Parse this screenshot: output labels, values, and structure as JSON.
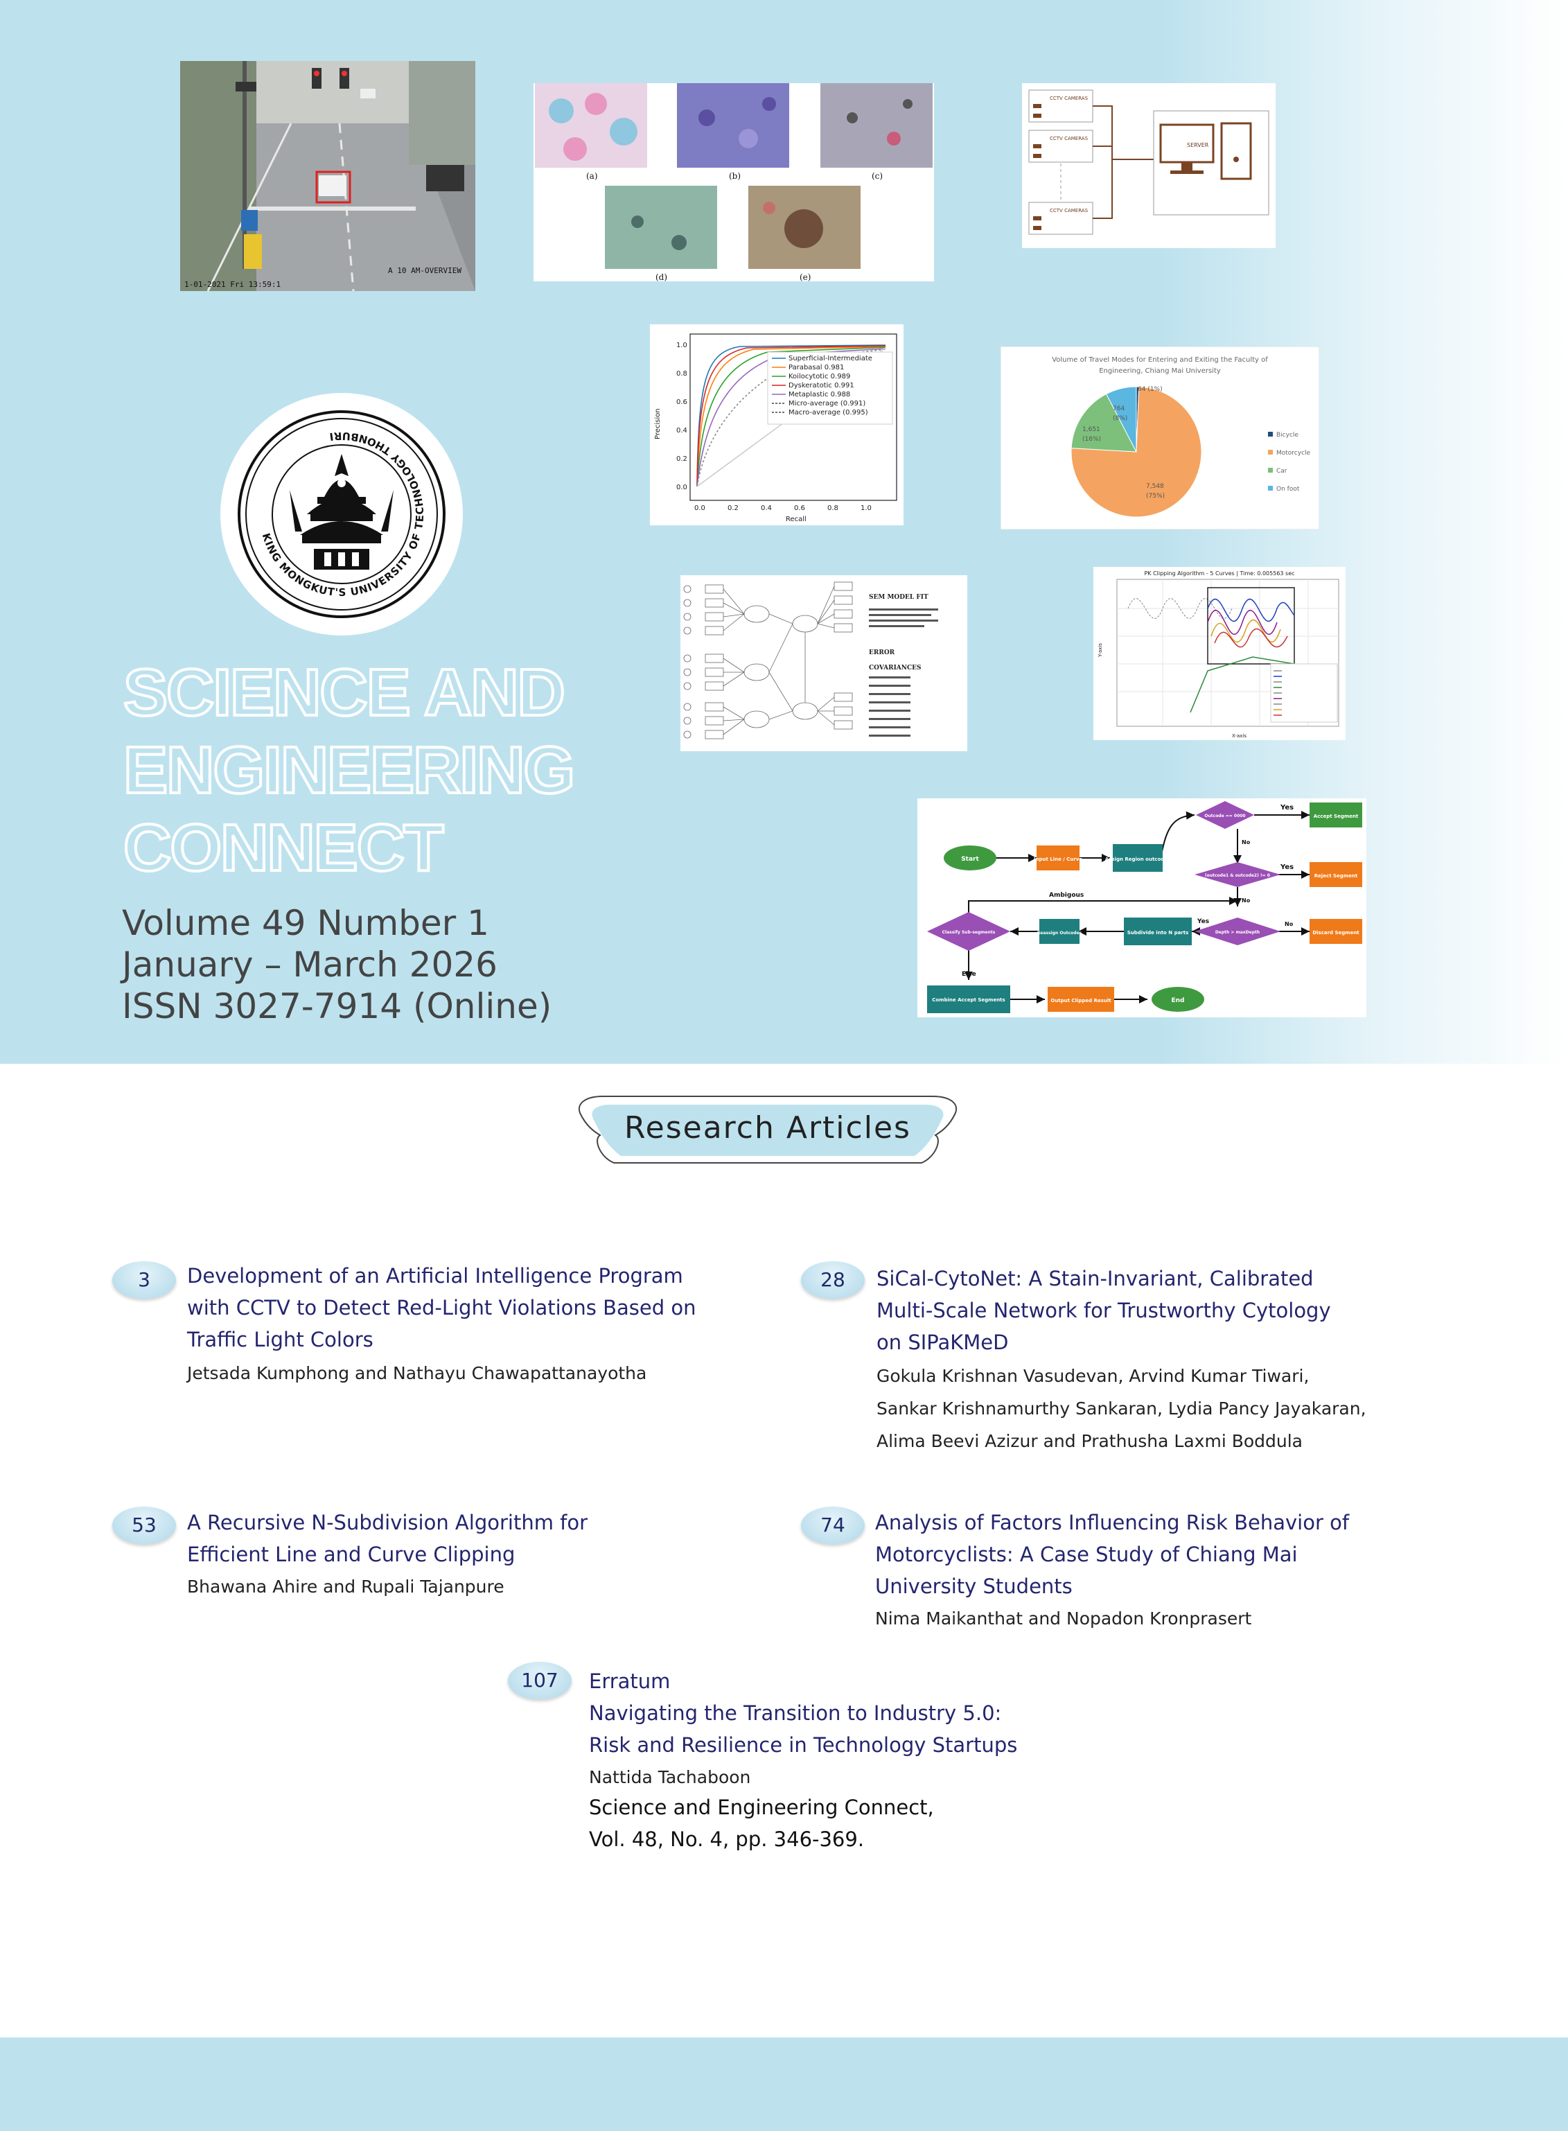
{
  "cover": {
    "colors": {
      "background": "#bde2ee",
      "title_fill": "#bde2ee",
      "title_stroke": "#ffffff",
      "accent_text": "#24256e"
    },
    "title_lines": [
      "SCIENCE AND",
      "ENGINEERING",
      "CONNECT"
    ],
    "volume_lines": [
      "Volume 49 Number 1",
      "January – March 2026",
      "ISSN 3027-7914 (Online)"
    ],
    "logo": {
      "icon": "university-seal-icon",
      "ring_text": "KING MONGKUT'S UNIVERSITY OF TECHNOLOGY THONBURI"
    },
    "figures": {
      "traffic": {
        "timestamp": "1-01-2021 Fri 13:59:1",
        "camera_label": "A 10 AM-OVERVIEW"
      },
      "cytology": {
        "labels": [
          "(a)",
          "(b)",
          "(c)",
          "(d)",
          "(e)"
        ]
      },
      "cctv": {
        "camera_label": "CCTV CAMERAS",
        "server_label": "SERVER"
      },
      "roc": {
        "xlabel": "Recall",
        "ylabel": "Precision",
        "xticks": [
          "0.0",
          "0.2",
          "0.4",
          "0.6",
          "0.8",
          "1.0"
        ],
        "yticks": [
          "0.0",
          "0.2",
          "0.4",
          "0.6",
          "0.8",
          "1.0"
        ],
        "legend": [
          "Superficial-Intermediate",
          "Parabasal 0.981",
          "Koilocytotic 0.989",
          "Dyskeratotic 0.991",
          "Metaplastic 0.988",
          "Micro-average   (0.991)",
          "Macro-average   (0.995)"
        ],
        "legend_colors": [
          "#1f77b4",
          "#ff7f0e",
          "#2ca02c",
          "#d62728",
          "#9467bd",
          "#444444",
          "#444444"
        ]
      },
      "pie": {
        "title_lines": [
          "Volume of Travel Modes for Entering and Exiting the Faculty of",
          "Engineering, Chiang Mai University"
        ],
        "legend": [
          "Bicycle",
          "Motorcycle",
          "Car",
          "On foot"
        ],
        "colors": [
          "#1f4e79",
          "#f4a460",
          "#7cc07c",
          "#5bb6e0"
        ],
        "labels": [
          "64 (1%)",
          "7,548",
          "(75%)",
          "1,651",
          "(16%)",
          "764",
          "(8%)"
        ],
        "chart_data": {
          "type": "pie",
          "categories": [
            "Bicycle",
            "Motorcycle",
            "Car",
            "On foot"
          ],
          "values": [
            64,
            7548,
            1651,
            764
          ]
        }
      },
      "sem": {
        "title": "SEM MODEL FIT",
        "error_label": "ERROR",
        "cov_label": "COVARIANCES"
      },
      "clip": {
        "title": "PK Clipping Algorithm - 5 Curves | Time: 0.005563 sec",
        "xlabel": "X-axis",
        "ylabel": "Y-axis"
      },
      "flow": {
        "nodes": [
          "Start",
          "Input Line / Curve",
          "Assign Region outcodes",
          "Outcode == 0000",
          "Accept Segment",
          "(outcode1 & outcode2) != 0",
          "Reject Segment",
          "Depth > maxDepth",
          "Discard Segment",
          "Subdivide into N parts",
          "Reassign Outcodes",
          "Classify Sub-segments",
          "Combine Accept Segments",
          "Output Clipped Result",
          "End"
        ],
        "edges": [
          "Yes",
          "No",
          "Yes",
          "No",
          "Yes",
          "No",
          "Ambigous",
          "Else"
        ]
      }
    }
  },
  "section_title": "Research Articles",
  "articles": [
    {
      "page": "3",
      "title_lines": [
        "Development of an Artificial Intelligence Program",
        "with CCTV to Detect Red-Light Violations Based on",
        "Traffic Light Colors"
      ],
      "author_lines": [
        "Jetsada Kumphong and Nathayu Chawapattanayotha"
      ]
    },
    {
      "page": "28",
      "title_lines": [
        "SiCal-CytoNet: A Stain-Invariant, Calibrated",
        "Multi-Scale Network for Trustworthy Cytology",
        "on SIPaKMeD"
      ],
      "author_lines": [
        "Gokula Krishnan Vasudevan, Arvind Kumar Tiwari,",
        "Sankar Krishnamurthy Sankaran, Lydia Pancy Jayakaran,",
        "Alima Beevi Azizur and Prathusha Laxmi Boddula"
      ]
    },
    {
      "page": "53",
      "title_lines": [
        "A Recursive N-Subdivision Algorithm for",
        "Efficient Line and Curve Clipping"
      ],
      "author_lines": [
        "Bhawana Ahire and Rupali Tajanpure"
      ]
    },
    {
      "page": "74",
      "title_lines": [
        "Analysis of Factors Influencing Risk Behavior of",
        "Motorcyclists: A Case Study of Chiang Mai",
        "University Students"
      ],
      "author_lines": [
        "Nima Maikanthat and Nopadon Kronprasert"
      ]
    },
    {
      "page": "107",
      "title_lines": [
        "Erratum",
        "Navigating the Transition to Industry 5.0:",
        "Risk and Resilience in Technology Startups"
      ],
      "author_lines": [
        "Nattida Tachaboon"
      ],
      "ref_lines": [
        "Science and Engineering Connect,",
        "Vol. 48, No. 4, pp. 346-369."
      ]
    }
  ]
}
